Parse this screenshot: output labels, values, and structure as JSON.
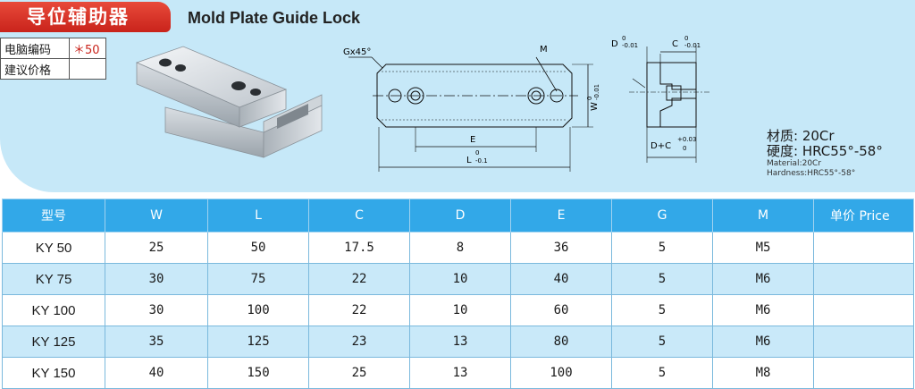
{
  "header": {
    "title": "导位辅助器",
    "subtitle": "Mold Plate Guide Lock"
  },
  "info_table": [
    {
      "label": "电脑编码",
      "value": "＊50"
    },
    {
      "label": "建议价格",
      "value": ""
    }
  ],
  "drawing": {
    "chamfer": "Gx45°",
    "m": "M",
    "w": "W",
    "w_tol_upper": "0",
    "w_tol_lower": "-0.01",
    "e": "E",
    "l": "L",
    "l_tol_upper": "0",
    "l_tol_lower": "-0.1",
    "d": "D",
    "d_tol_upper": "0",
    "d_tol_lower": "-0.01",
    "c": "C",
    "c_tol_upper": "0",
    "c_tol_lower": "-0.01",
    "dc": "D+C",
    "dc_tol_upper": "+0.03",
    "dc_tol_lower": "0"
  },
  "material": {
    "material_cn": "材质: 20Cr",
    "hardness_cn": "硬度: HRC55°-58°",
    "material_en": "Material:20Cr",
    "hardness_en": "Hardness:HRC55°-58°"
  },
  "spec_table": {
    "headers": [
      "型号",
      "W",
      "L",
      "C",
      "D",
      "E",
      "G",
      "M",
      "单价 Price"
    ],
    "rows": [
      [
        "KY 50",
        "25",
        "50",
        "17.5",
        "8",
        "36",
        "5",
        "M5",
        ""
      ],
      [
        "KY 75",
        "30",
        "75",
        "22",
        "10",
        "40",
        "5",
        "M6",
        ""
      ],
      [
        "KY 100",
        "30",
        "100",
        "22",
        "10",
        "60",
        "5",
        "M6",
        ""
      ],
      [
        "KY 125",
        "35",
        "125",
        "23",
        "13",
        "80",
        "5",
        "M6",
        ""
      ],
      [
        "KY 150",
        "40",
        "150",
        "25",
        "13",
        "100",
        "5",
        "M8",
        ""
      ]
    ]
  },
  "colors": {
    "panel": "#c6e8f8",
    "title_red": "#d32a1f",
    "header_blue": "#32a8e8",
    "row_alt": "#c9e9f9"
  }
}
